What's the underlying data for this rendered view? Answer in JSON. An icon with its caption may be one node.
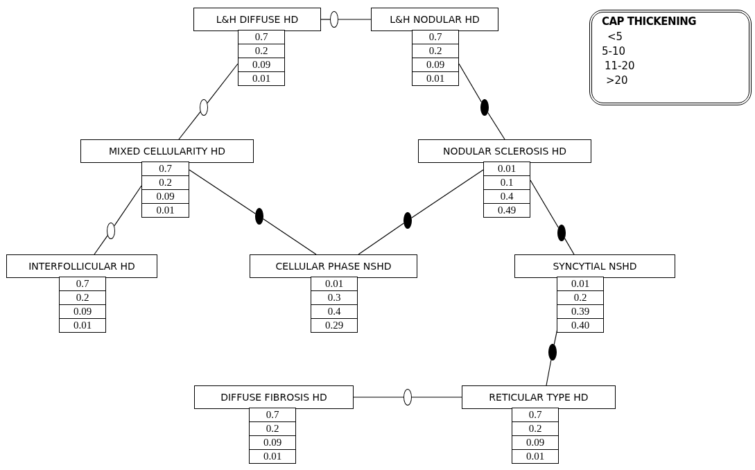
{
  "diagram": {
    "nodes": [
      {
        "text": [
          "L&H DIFFUSE HD",
          "0.7",
          "0.2",
          "0.09",
          "0.01"
        ]
      },
      {
        "text": [
          "L&H NODULAR HD",
          "0.7",
          "0.2",
          "0.09",
          "0.01"
        ]
      },
      {
        "text": [
          "MIXED CELLULARITY HD",
          "0.7",
          "0.2",
          "0.09",
          "0.01"
        ]
      },
      {
        "text": [
          "NODULAR SCLEROSIS HD",
          "0.01",
          "0.1",
          "0.4",
          "0.49"
        ]
      },
      {
        "text": [
          "INTERFOLLICULAR HD",
          "0.7",
          "0.2",
          "0.09",
          "0.01"
        ]
      },
      {
        "text": [
          "CELLULAR PHASE NSHD",
          "0.01",
          "0.3",
          "0.4",
          "0.29"
        ]
      },
      {
        "text": [
          "SYNCYTIAL NSHD",
          "0.01",
          "0.2",
          "0.39",
          "0.40"
        ]
      },
      {
        "text": [
          "DIFFUSE FIBROSIS HD",
          "0.7",
          "0.2",
          "0.09",
          "0.01"
        ]
      },
      {
        "text": [
          "RETICULAR TYPE HD",
          "0.7",
          "0.2",
          "0.09",
          "0.01"
        ]
      },
      {
        "text": [
          "CAP THICKENING",
          "<5",
          "5-10",
          "11-20",
          ">20"
        ]
      },
      {
        "text": [],
        "shape": "ellipse"
      },
      {
        "text": [],
        "shape": "ellipse"
      },
      {
        "text": [],
        "shape": "dot"
      },
      {
        "text": [],
        "shape": "ellipse"
      },
      {
        "text": [],
        "shape": "dot"
      },
      {
        "text": [],
        "shape": "dot"
      },
      {
        "text": [],
        "shape": "dot"
      },
      {
        "text": [],
        "shape": "dot"
      },
      {
        "text": [],
        "shape": "ellipse"
      }
    ],
    "edges": [
      {
        "from": 0,
        "to": 10,
        "arrow": "none"
      },
      {
        "from": 10,
        "to": 1,
        "arrow": "none"
      },
      {
        "from": 0,
        "to": 11,
        "arrow": "none"
      },
      {
        "from": 11,
        "to": 2,
        "arrow": "none"
      },
      {
        "from": 1,
        "to": 12,
        "arrow": "none"
      },
      {
        "from": 12,
        "to": 3,
        "arrow": "none"
      },
      {
        "from": 2,
        "to": 13,
        "arrow": "none"
      },
      {
        "from": 13,
        "to": 4,
        "arrow": "none"
      },
      {
        "from": 2,
        "to": 14,
        "arrow": "none"
      },
      {
        "from": 14,
        "to": 5,
        "arrow": "none"
      },
      {
        "from": 3,
        "to": 15,
        "arrow": "none"
      },
      {
        "from": 15,
        "to": 5,
        "arrow": "none"
      },
      {
        "from": 3,
        "to": 16,
        "arrow": "none"
      },
      {
        "from": 16,
        "to": 6,
        "arrow": "none"
      },
      {
        "from": 6,
        "to": 17,
        "arrow": "none"
      },
      {
        "from": 17,
        "to": 8,
        "arrow": "none"
      },
      {
        "from": 7,
        "to": 18,
        "arrow": "none"
      },
      {
        "from": 18,
        "to": 8,
        "arrow": "none"
      }
    ]
  }
}
